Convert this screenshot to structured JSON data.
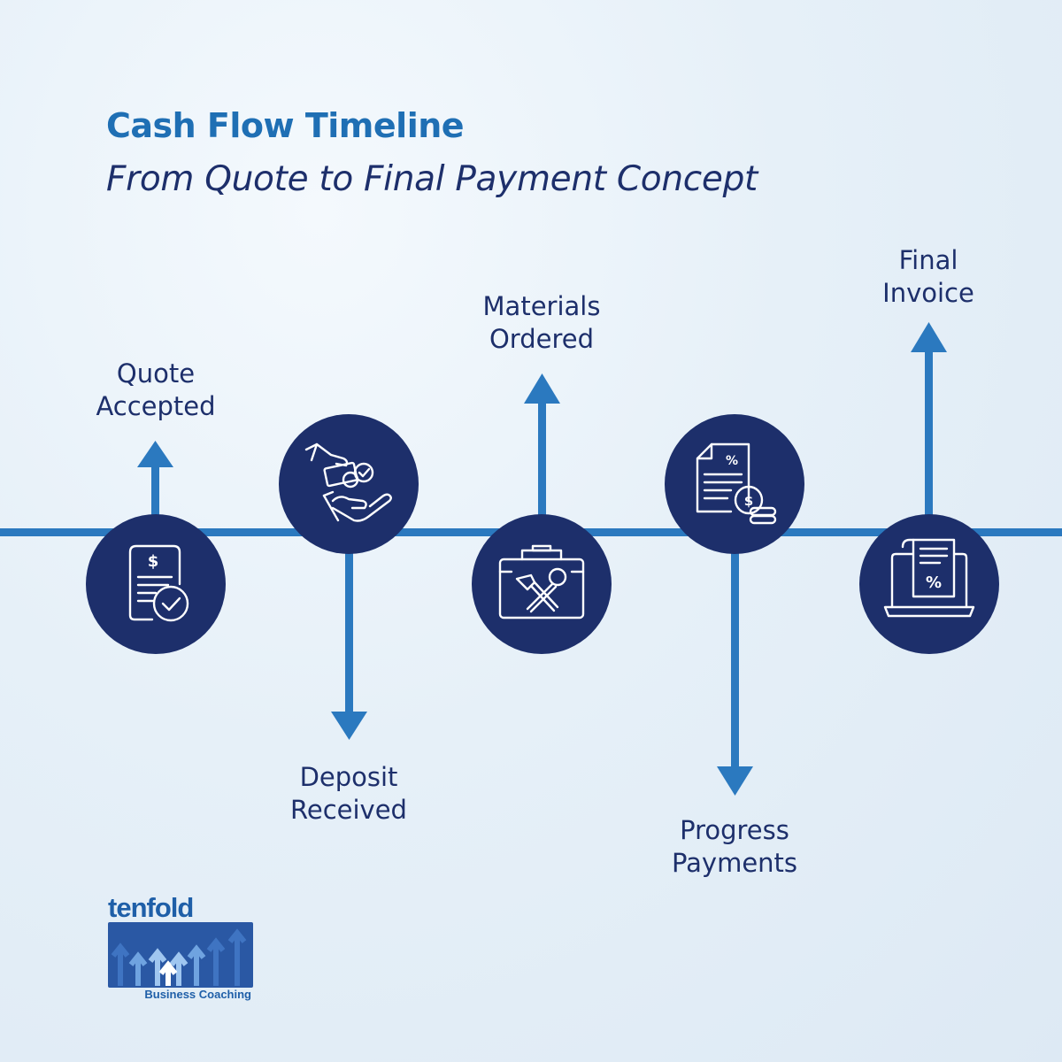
{
  "header": {
    "title": "Cash Flow Timeline",
    "subtitle": "From Quote to Final Payment Concept"
  },
  "steps": [
    {
      "label_lines": [
        "Quote",
        "Accepted"
      ],
      "icon": "receipt-checkmark-icon",
      "direction": "up"
    },
    {
      "label_lines": [
        "Deposit",
        "Received"
      ],
      "icon": "hand-giving-money-icon",
      "direction": "down"
    },
    {
      "label_lines": [
        "Materials",
        "Ordered"
      ],
      "icon": "toolbox-icon",
      "direction": "up"
    },
    {
      "label_lines": [
        "Progress",
        "Payments"
      ],
      "icon": "document-percent-coins-icon",
      "direction": "down"
    },
    {
      "label_lines": [
        "Final",
        "Invoice"
      ],
      "icon": "laptop-invoice-icon",
      "direction": "up"
    }
  ],
  "logo": {
    "wordmark": "tenfold",
    "tagline": "Business Coaching"
  },
  "colors": {
    "title": "#1f6fb4",
    "subtitle": "#1d2f6b",
    "circle": "#1d2f6b",
    "line": "#2b79bf",
    "background": "#e6f0f8"
  }
}
